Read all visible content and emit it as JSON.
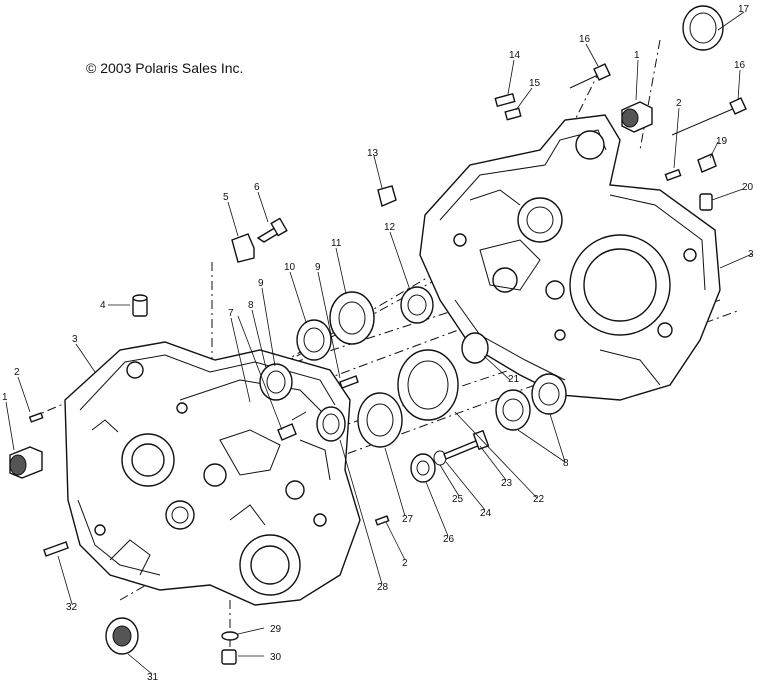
{
  "diagram": {
    "copyright": "© 2003 Polaris Sales Inc.",
    "callouts": [
      {
        "id": "c1a",
        "label": "1"
      },
      {
        "id": "c1b",
        "label": "1"
      },
      {
        "id": "c2a",
        "label": "2"
      },
      {
        "id": "c2b",
        "label": "2"
      },
      {
        "id": "c2c",
        "label": "2"
      },
      {
        "id": "c3a",
        "label": "3"
      },
      {
        "id": "c3b",
        "label": "3"
      },
      {
        "id": "c4",
        "label": "4"
      },
      {
        "id": "c5",
        "label": "5"
      },
      {
        "id": "c6",
        "label": "6"
      },
      {
        "id": "c7",
        "label": "7"
      },
      {
        "id": "c8a",
        "label": "8"
      },
      {
        "id": "c8b",
        "label": "8"
      },
      {
        "id": "c9a",
        "label": "9"
      },
      {
        "id": "c9b",
        "label": "9"
      },
      {
        "id": "c10",
        "label": "10"
      },
      {
        "id": "c11",
        "label": "11"
      },
      {
        "id": "c12",
        "label": "12"
      },
      {
        "id": "c13",
        "label": "13"
      },
      {
        "id": "c14",
        "label": "14"
      },
      {
        "id": "c15",
        "label": "15"
      },
      {
        "id": "c16a",
        "label": "16"
      },
      {
        "id": "c16b",
        "label": "16"
      },
      {
        "id": "c17",
        "label": "17"
      },
      {
        "id": "c19",
        "label": "19"
      },
      {
        "id": "c20",
        "label": "20"
      },
      {
        "id": "c21",
        "label": "21"
      },
      {
        "id": "c22",
        "label": "22"
      },
      {
        "id": "c23",
        "label": "23"
      },
      {
        "id": "c24",
        "label": "24"
      },
      {
        "id": "c25",
        "label": "25"
      },
      {
        "id": "c26",
        "label": "26"
      },
      {
        "id": "c27",
        "label": "27"
      },
      {
        "id": "c28",
        "label": "28"
      },
      {
        "id": "c29",
        "label": "29"
      },
      {
        "id": "c30",
        "label": "30"
      },
      {
        "id": "c31",
        "label": "31"
      },
      {
        "id": "c32",
        "label": "32"
      }
    ]
  }
}
